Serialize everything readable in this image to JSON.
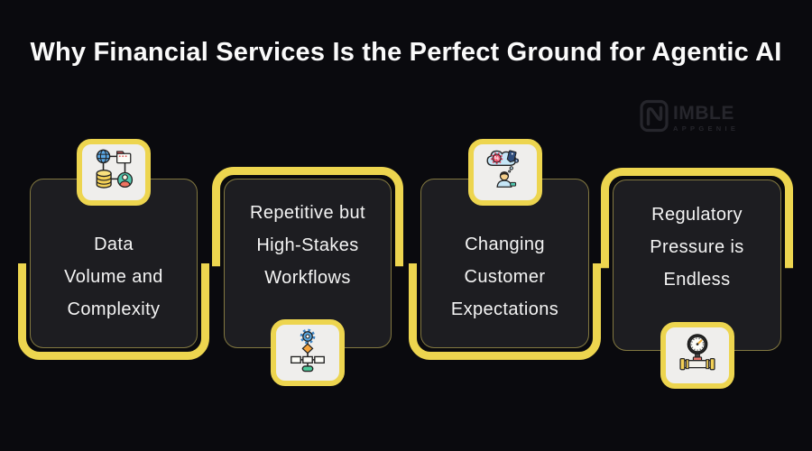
{
  "title": "Why Financial Services Is the Perfect Ground for Agentic AI",
  "logo": {
    "name": "IMBLE",
    "sub": "APPGENIE"
  },
  "colors": {
    "page_background": "#0a0a0e",
    "card_background": "#1d1d21",
    "accent_yellow": "#edd54f",
    "card_text": "#f4f4f4",
    "icon_box_background": "#efeeec",
    "watermark": "#26262c"
  },
  "icon_glyphs": {
    "percent": "%",
    "star": "✦"
  },
  "cards": [
    {
      "id": "data-volume",
      "text": "Data\nVolume and\nComplexity",
      "icon": "globe-database-folder-user-icon",
      "icon_position": "top",
      "accent_position": "bottom"
    },
    {
      "id": "workflows",
      "text": "Repetitive but\nHigh-Stakes\nWorkflows",
      "icon": "gear-flowchart-icon",
      "icon_position": "bottom",
      "accent_position": "top"
    },
    {
      "id": "customer-expectations",
      "text": "Changing\nCustomer\nExpectations",
      "icon": "customer-thought-bubble-icon",
      "icon_position": "top",
      "accent_position": "bottom"
    },
    {
      "id": "regulatory-pressure",
      "text": "Regulatory\nPressure is\nEndless",
      "icon": "pressure-gauge-pipe-icon",
      "icon_position": "bottom",
      "accent_position": "top"
    }
  ]
}
